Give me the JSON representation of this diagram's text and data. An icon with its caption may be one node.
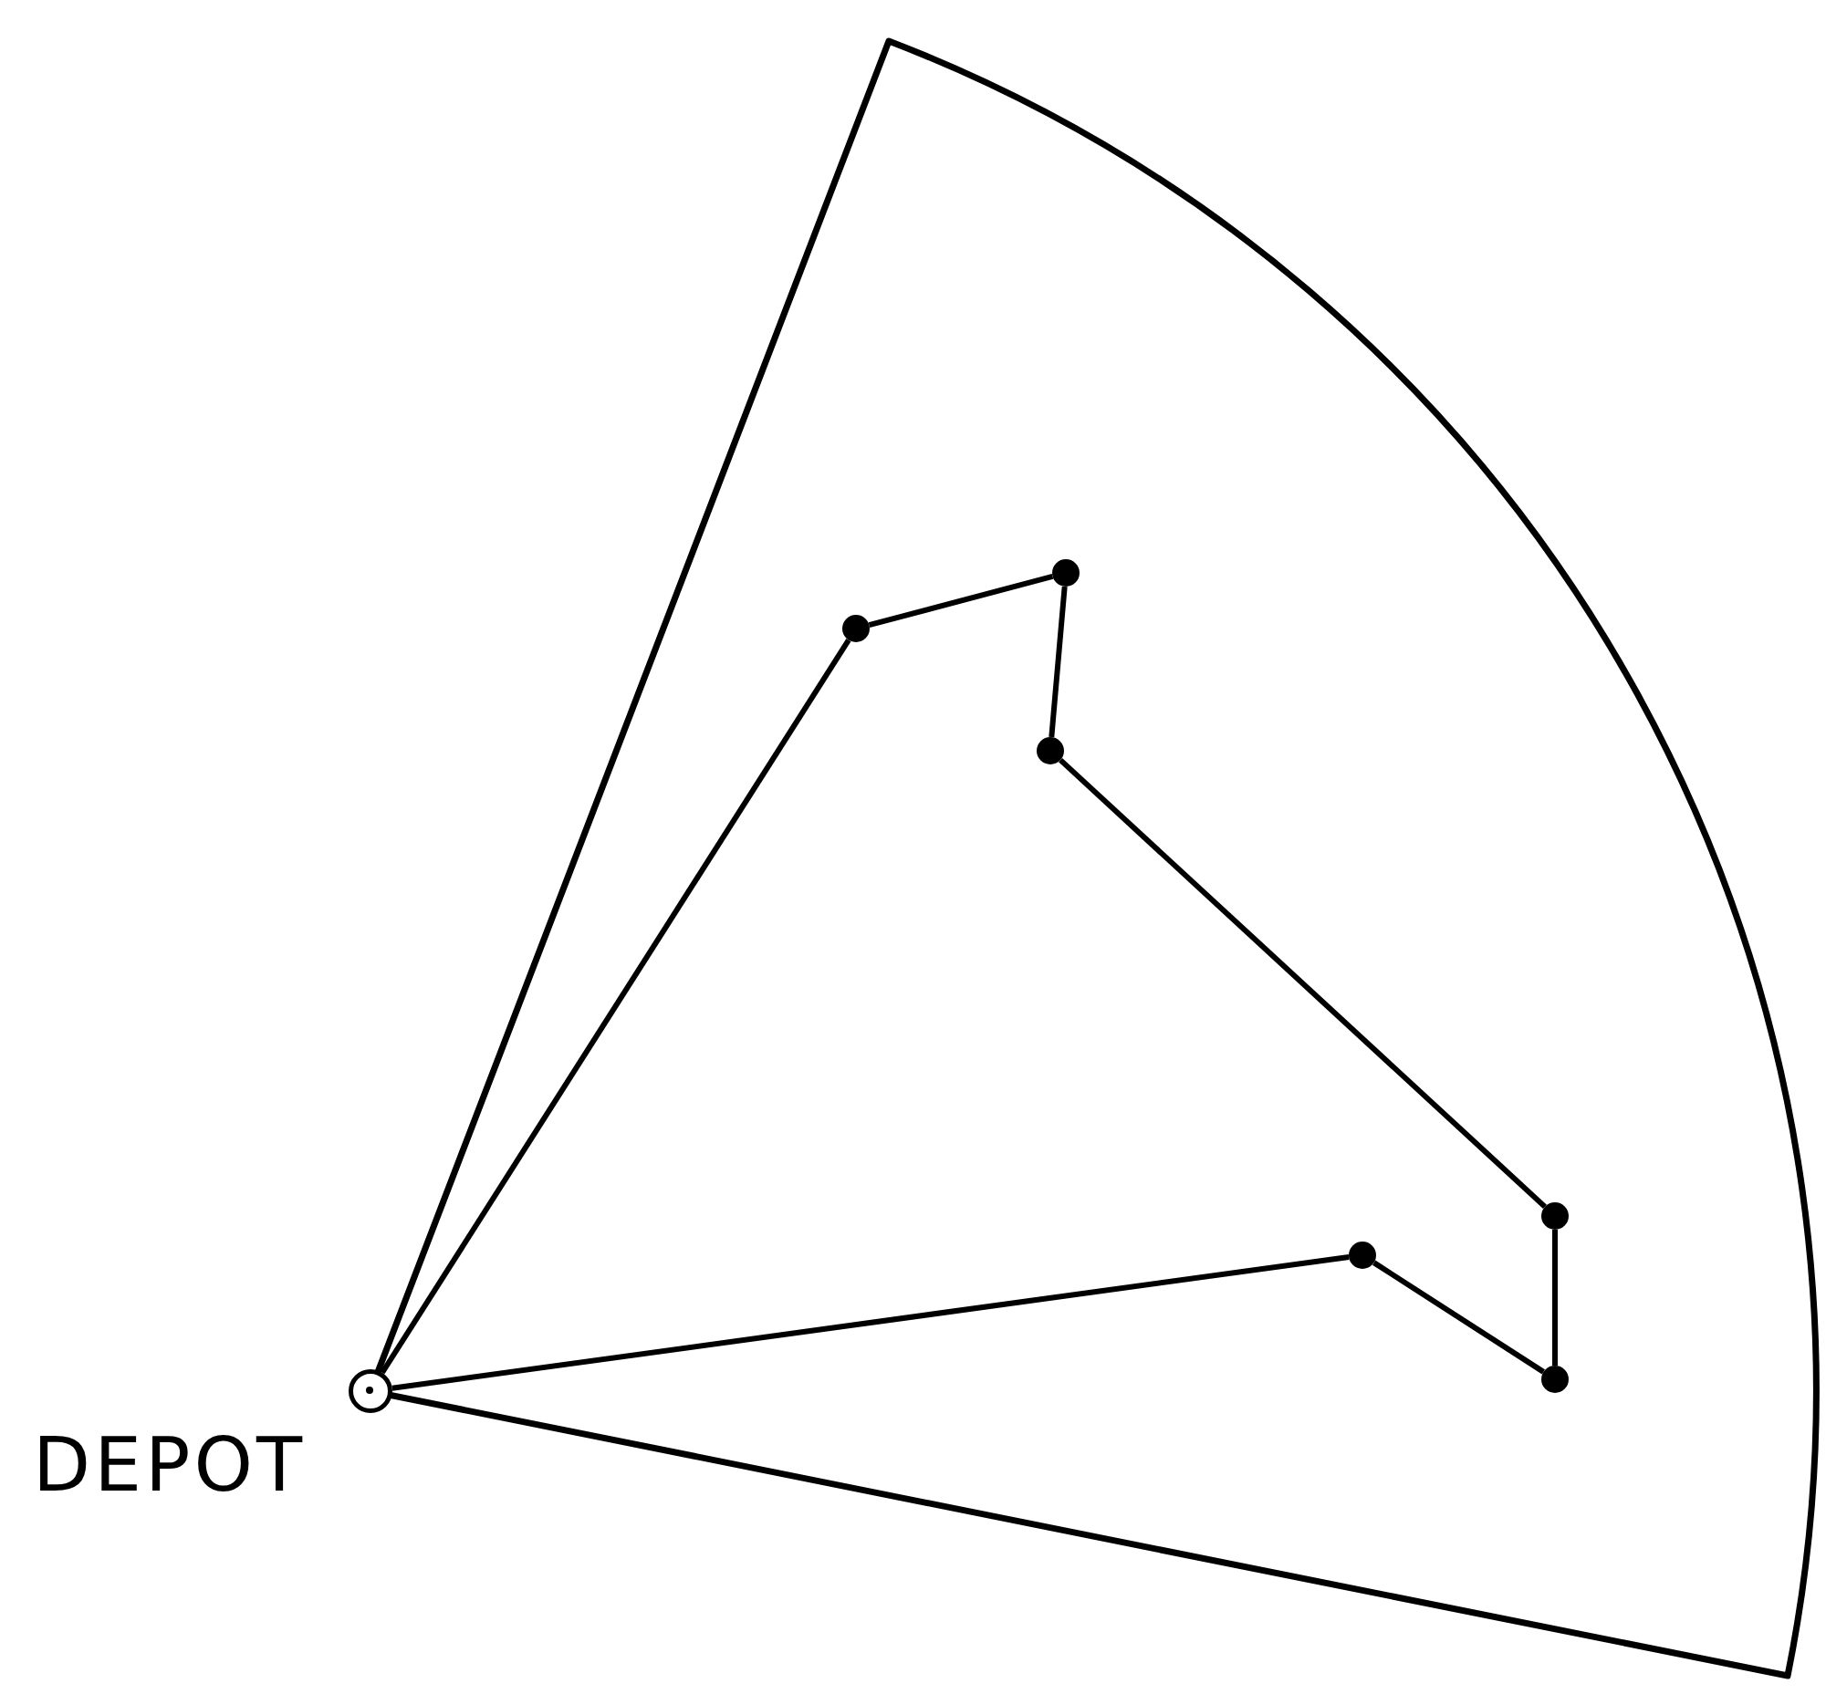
{
  "diagram": {
    "nodes": [
      {
        "text": [],
        "shape": "sector"
      },
      {
        "text": [],
        "shape": "circle",
        "beside": [
          "DEPOT"
        ]
      },
      {
        "text": [],
        "shape": "circle",
        "in": 0
      },
      {
        "text": [],
        "shape": "circle",
        "in": 0
      },
      {
        "text": [],
        "shape": "circle",
        "in": 0
      },
      {
        "text": [],
        "shape": "circle",
        "in": 0
      },
      {
        "text": [],
        "shape": "circle",
        "in": 0
      },
      {
        "text": [],
        "shape": "circle",
        "in": 0
      }
    ],
    "edges": [
      {
        "from": 1,
        "to": 2,
        "arrow": "none"
      },
      {
        "from": 2,
        "to": 4,
        "arrow": "none"
      },
      {
        "from": 4,
        "to": 3,
        "arrow": "none"
      },
      {
        "from": 3,
        "to": 6,
        "arrow": "none"
      },
      {
        "from": 6,
        "to": 7,
        "arrow": "none"
      },
      {
        "from": 7,
        "to": 5,
        "arrow": "none"
      },
      {
        "from": 5,
        "to": 1,
        "arrow": "none"
      }
    ]
  }
}
